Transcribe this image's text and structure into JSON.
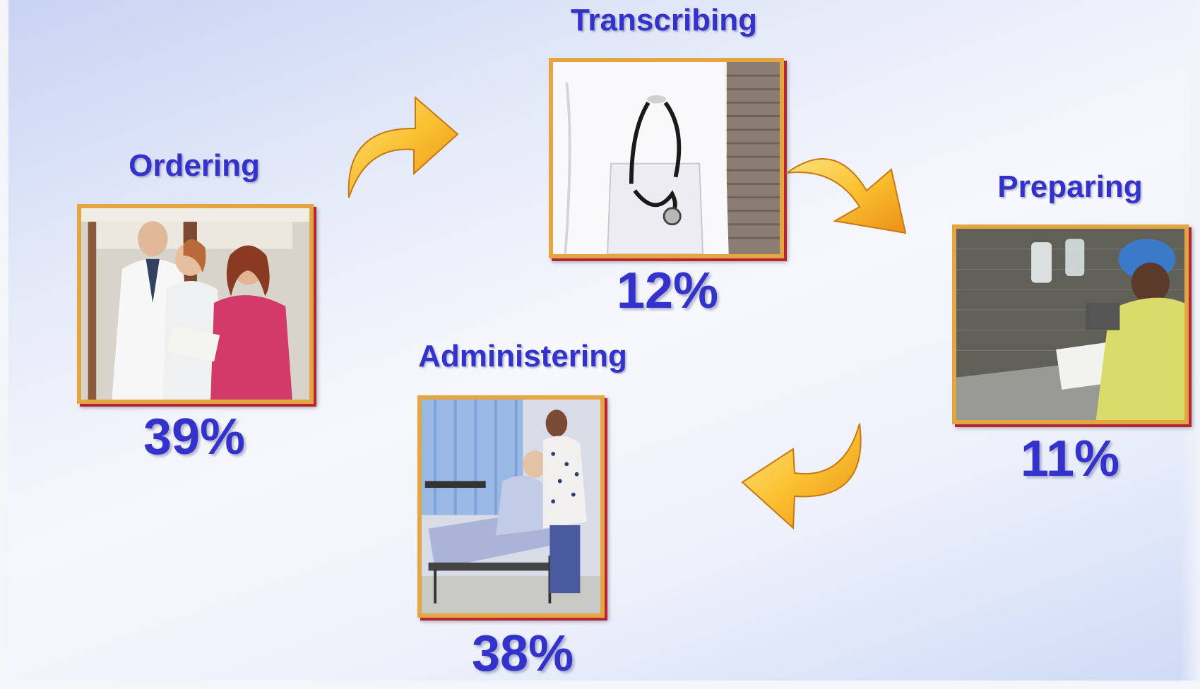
{
  "steps": {
    "ordering": {
      "label": "Ordering",
      "percent": "39%"
    },
    "transcribing": {
      "label": "Transcribing",
      "percent": "12%"
    },
    "preparing": {
      "label": "Preparing",
      "percent": "11%"
    },
    "administering": {
      "label": "Administering",
      "percent": "38%"
    }
  },
  "colors": {
    "label": "#3333cc",
    "arrow": "#f5a515",
    "frame": "#e3a640",
    "frame_shadow": "#b52533"
  },
  "icons": [
    "curved-arrow-icon"
  ]
}
